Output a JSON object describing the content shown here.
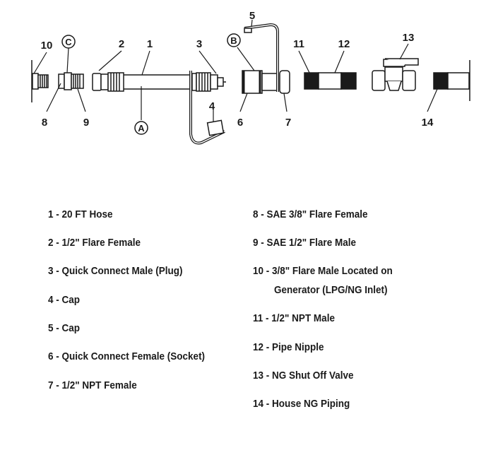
{
  "callouts": {
    "c1": "1",
    "c2": "2",
    "c3": "3",
    "c4": "4",
    "c5": "5",
    "c6": "6",
    "c7": "7",
    "c8": "8",
    "c9": "9",
    "c10": "10",
    "c11": "11",
    "c12": "12",
    "c13": "13",
    "c14": "14",
    "cA": "A",
    "cB": "B",
    "cC": "C"
  },
  "legend": {
    "left": [
      "1 - 20 FT Hose",
      "2 - 1/2\" Flare Female",
      "3 - Quick Connect Male (Plug)",
      "4 - Cap",
      "5 - Cap",
      "6 - Quick Connect Female (Socket)",
      "7 - 1/2\" NPT Female"
    ],
    "right": [
      "8 - SAE 3/8\" Flare Female",
      "9 - SAE 1/2\" Flare Male",
      "10 - 3/8\" Flare Male Located on",
      "Generator (LPG/NG Inlet)",
      "11 - 1/2\" NPT Male",
      "12 - Pipe Nipple",
      "13 - NG Shut Off Valve",
      "14 - House NG Piping"
    ]
  }
}
